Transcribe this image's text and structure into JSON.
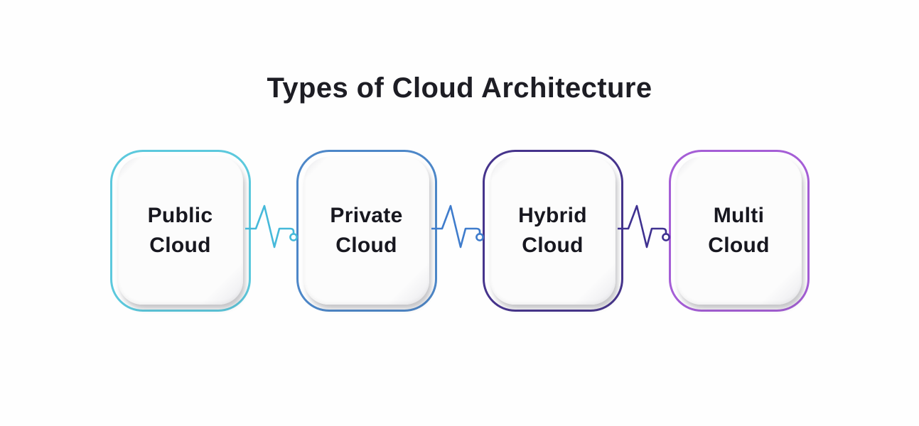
{
  "title": "Types of Cloud Architecture",
  "colors": {
    "background": "#fefefe",
    "title_text": "#1d1d24",
    "node_text": "#17171f",
    "card_face": "#fcfcfc"
  },
  "diagram": {
    "nodes": [
      {
        "id": "public-cloud",
        "label_line1": "Public",
        "label_line2": "Cloud",
        "border_color": "#5cc9dd"
      },
      {
        "id": "private-cloud",
        "label_line1": "Private",
        "label_line2": "Cloud",
        "border_color": "#4d87c8"
      },
      {
        "id": "hybrid-cloud",
        "label_line1": "Hybrid",
        "label_line2": "Cloud",
        "border_color": "#46348c"
      },
      {
        "id": "multi-cloud",
        "label_line1": "Multi",
        "label_line2": "Cloud",
        "border_color": "#a55ed6"
      }
    ],
    "connectors": [
      {
        "id": "pulse-connector-1",
        "from": "Public Cloud",
        "to": "Private Cloud",
        "color": "#46b9da"
      },
      {
        "id": "pulse-connector-2",
        "from": "Private Cloud",
        "to": "Hybrid Cloud",
        "color": "#3f7ccc"
      },
      {
        "id": "pulse-connector-3",
        "from": "Hybrid Cloud",
        "to": "Multi Cloud",
        "color": "#3f3190"
      }
    ]
  }
}
